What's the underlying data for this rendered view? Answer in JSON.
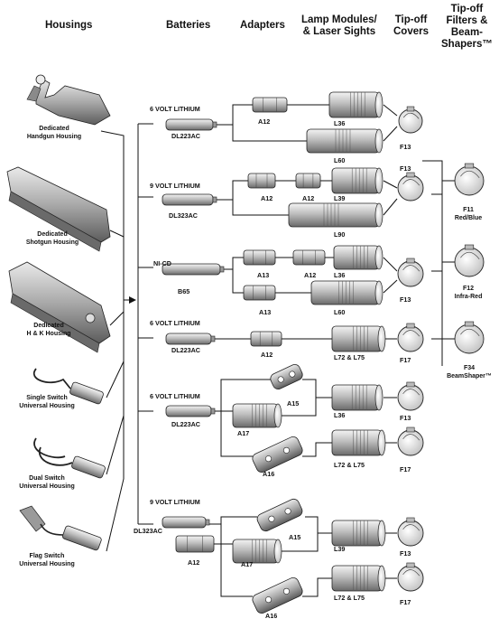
{
  "headers": {
    "housings": "Housings",
    "batteries": "Batteries",
    "adapters": "Adapters",
    "lamp_modules": [
      "Lamp Modules/",
      "& Laser Sights"
    ],
    "tip_off_covers": [
      "Tip-off",
      "Covers"
    ],
    "tip_off_filters": [
      "Tip-off",
      "Filters &",
      "Beam-",
      "Shapers™"
    ]
  },
  "housings": [
    {
      "lines": [
        "Dedicated",
        "Handgun Housing"
      ]
    },
    {
      "lines": [
        "Dedicated",
        "Shotgun Housing"
      ]
    },
    {
      "lines": [
        "Dedicated",
        "H & K Housing"
      ]
    },
    {
      "lines": [
        "Single Switch",
        "Universal Housing"
      ]
    },
    {
      "lines": [
        "Dual Switch",
        "Universal Housing"
      ]
    },
    {
      "lines": [
        "Flag Switch",
        "Universal Housing"
      ]
    }
  ],
  "battery_groups": [
    {
      "voltage": "6 VOLT LITHIUM",
      "model": "DL223AC"
    },
    {
      "voltage": "9 VOLT LITHIUM",
      "model": "DL323AC"
    },
    {
      "voltage": "NI-CD",
      "model": "B65"
    },
    {
      "voltage": "6 VOLT LITHIUM",
      "model": "DL223AC"
    },
    {
      "voltage": "6 VOLT LITHIUM",
      "model": "DL223AC"
    },
    {
      "voltage": "9 VOLT LITHIUM",
      "model": "DL323AC",
      "extra": "A12"
    }
  ],
  "component_labels": {
    "a12_1": "A12",
    "l36_1": "L36",
    "l60_1": "L60",
    "f13_1": "F13",
    "a12_2a": "A12",
    "a12_2b": "A12",
    "l39_1": "L39",
    "l90": "L90",
    "f13_2": "F13",
    "a13_1": "A13",
    "a12_3": "A12",
    "l36_2": "L36",
    "a13_2": "A13",
    "l60_2": "L60",
    "f13_3": "F13",
    "a12_4": "A12",
    "l72_1": "L72 & L75",
    "f17_1": "F17",
    "a15_1": "A15",
    "a17_1": "A17",
    "a16_1": "A16",
    "l36_3": "L36",
    "f13_4": "F13",
    "l72_2": "L72 & L75",
    "f17_2": "F17",
    "a15_2": "A15",
    "a17_2": "A17",
    "a16_2": "A16",
    "l39_2": "L39",
    "f13_5": "F13",
    "l72_3": "L72 & L75",
    "f17_3": "F17"
  },
  "filters": [
    {
      "code": "F11",
      "name": "Red/Blue"
    },
    {
      "code": "F12",
      "name": "Infra-Red"
    },
    {
      "code": "F34",
      "name": "BeamShaper™"
    }
  ]
}
